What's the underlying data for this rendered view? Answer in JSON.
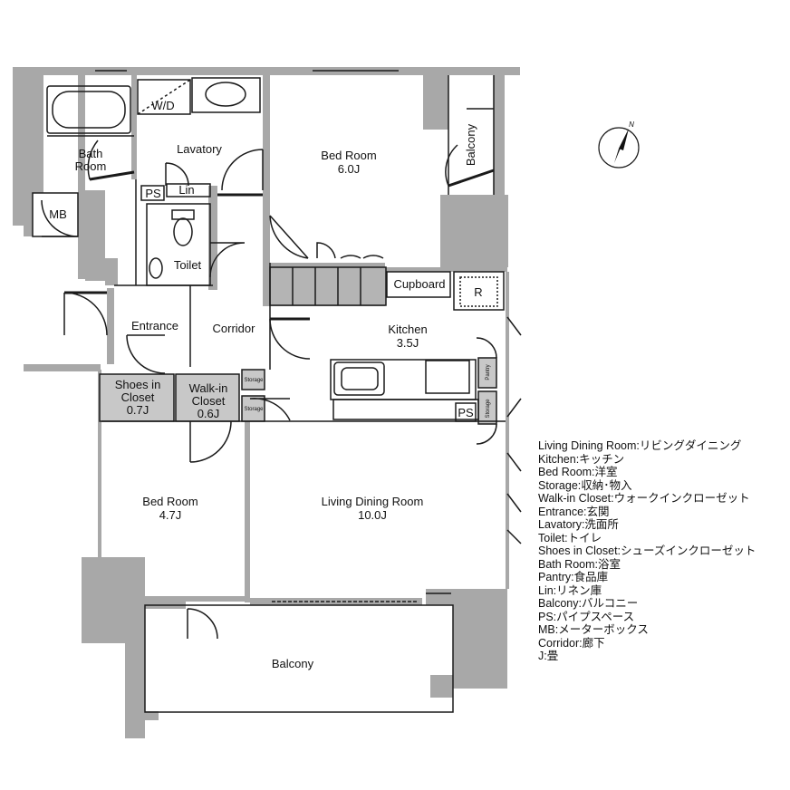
{
  "rooms": {
    "bath": [
      "Bath",
      "Room"
    ],
    "wd": "W/D",
    "lavatory": "Lavatory",
    "bed_north": [
      "Bed Room",
      "6.0J"
    ],
    "balcony_north": "Balcony",
    "mb": "MB",
    "ps_top": "PS",
    "lin": "Lin",
    "toilet": "Toilet",
    "cupboard": "Cupboard",
    "r": "R",
    "entrance": "Entrance",
    "corridor": "Corridor",
    "kitchen": [
      "Kitchen",
      "3.5J"
    ],
    "shoes_closet": [
      "Shoes in",
      "Closet",
      "0.7J"
    ],
    "walkin_closet": [
      "Walk-in",
      "Closet",
      "0.6J"
    ],
    "storage_a": "Storage",
    "storage_b": "Storage",
    "pantry": "Pantry",
    "storage_c": "Storage",
    "ps_kitchen": "PS",
    "bed_south": [
      "Bed Room",
      "4.7J"
    ],
    "living_dining": [
      "Living Dining Room",
      "10.0J"
    ],
    "balcony_south": "Balcony",
    "north_mark": "N"
  },
  "legend": [
    "Living Dining Room:リビングダイニング",
    "Kitchen:キッチン",
    "Bed Room:洋室",
    "Storage:収納･物入",
    "Walk-in Closet:ウォークインクローゼット",
    "Entrance:玄関",
    "Lavatory:洗面所",
    "Toilet:トイレ",
    "Shoes in Closet:シューズインクローゼット",
    "Bath Room:浴室",
    "Pantry:食品庫",
    "Lin:リネン庫",
    "Balcony:バルコニー",
    "PS:パイプスペース",
    "MB:メーターボックス",
    "Corridor:廊下",
    "J:畳"
  ],
  "colors": {
    "wall": "#a8a8a8",
    "line": "#1a1a1a",
    "closet_fill": "#c8c8c8"
  }
}
